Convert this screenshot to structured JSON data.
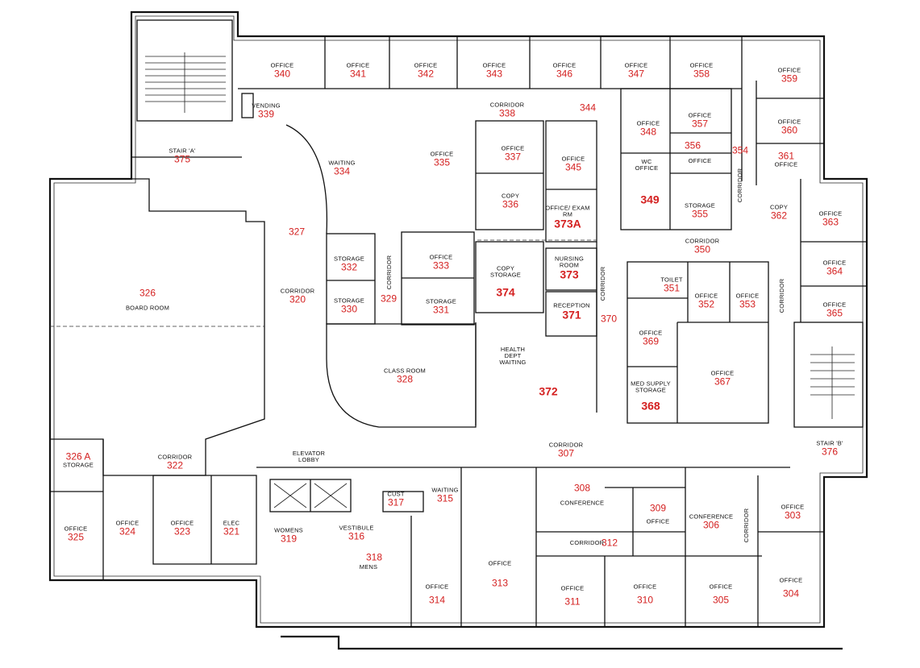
{
  "rooms": [
    {
      "id": "r340",
      "name": "OFFICE",
      "num": "340"
    },
    {
      "id": "r341",
      "name": "OFFICE",
      "num": "341"
    },
    {
      "id": "r342",
      "name": "OFFICE",
      "num": "342"
    },
    {
      "id": "r343",
      "name": "OFFICE",
      "num": "343"
    },
    {
      "id": "r346",
      "name": "OFFICE",
      "num": "346"
    },
    {
      "id": "r347",
      "name": "OFFICE",
      "num": "347"
    },
    {
      "id": "r358",
      "name": "OFFICE",
      "num": "358"
    },
    {
      "id": "r359",
      "name": "OFFICE",
      "num": "359"
    },
    {
      "id": "r339",
      "name": "VENDING",
      "num": "339"
    },
    {
      "id": "r338",
      "name": "CORRIDOR",
      "num": "338"
    },
    {
      "id": "r344",
      "name": "",
      "num": "344"
    },
    {
      "id": "r348",
      "name": "OFFICE",
      "num": "348"
    },
    {
      "id": "r357",
      "name": "OFFICE",
      "num": "357"
    },
    {
      "id": "r360",
      "name": "OFFICE",
      "num": "360"
    },
    {
      "id": "r375",
      "name": "STAIR 'A'",
      "num": "375"
    },
    {
      "id": "r334",
      "name": "WAITING",
      "num": "334"
    },
    {
      "id": "r335",
      "name": "OFFICE",
      "num": "335"
    },
    {
      "id": "r337",
      "name": "OFFICE",
      "num": "337"
    },
    {
      "id": "r345",
      "name": "OFFICE",
      "num": "345"
    },
    {
      "id": "r356",
      "name": "OFFICE",
      "num": "356"
    },
    {
      "id": "r354",
      "name": "",
      "num": "354"
    },
    {
      "id": "r361",
      "name": "OFFICE",
      "num": "361"
    },
    {
      "id": "r349",
      "name": "WC OFFICE",
      "num": "349"
    },
    {
      "id": "r355",
      "name": "STORAGE",
      "num": "355"
    },
    {
      "id": "r336",
      "name": "COPY",
      "num": "336"
    },
    {
      "id": "r373A",
      "name": "OFFICE/ EXAM RM",
      "num": "373A"
    },
    {
      "id": "r362",
      "name": "COPY",
      "num": "362"
    },
    {
      "id": "r363",
      "name": "OFFICE",
      "num": "363"
    },
    {
      "id": "r327",
      "name": "",
      "num": "327"
    },
    {
      "id": "r350",
      "name": "CORRIDOR",
      "num": "350"
    },
    {
      "id": "r332",
      "name": "STORAGE",
      "num": "332"
    },
    {
      "id": "r333",
      "name": "OFFICE",
      "num": "333"
    },
    {
      "id": "r374",
      "name": "COPY STORAGE",
      "num": "374"
    },
    {
      "id": "r373",
      "name": "NURSING ROOM",
      "num": "373"
    },
    {
      "id": "r351",
      "name": "TOILET",
      "num": "351"
    },
    {
      "id": "r364",
      "name": "OFFICE",
      "num": "364"
    },
    {
      "id": "r326",
      "name": "BOARD ROOM",
      "num": "326"
    },
    {
      "id": "r320",
      "name": "CORRIDOR",
      "num": "320"
    },
    {
      "id": "r330",
      "name": "STORAGE",
      "num": "330"
    },
    {
      "id": "r329",
      "name": "",
      "num": "329"
    },
    {
      "id": "r331",
      "name": "STORAGE",
      "num": "331"
    },
    {
      "id": "r371",
      "name": "RECEPTION",
      "num": "371"
    },
    {
      "id": "r370",
      "name": "",
      "num": "370"
    },
    {
      "id": "r352",
      "name": "OFFICE",
      "num": "352"
    },
    {
      "id": "r353",
      "name": "OFFICE",
      "num": "353"
    },
    {
      "id": "r365",
      "name": "OFFICE",
      "num": "365"
    },
    {
      "id": "r369",
      "name": "OFFICE",
      "num": "369"
    },
    {
      "id": "r328",
      "name": "CLASS ROOM",
      "num": "328"
    },
    {
      "id": "r372",
      "name": "HEALTH DEPT WAITING",
      "num": "372"
    },
    {
      "id": "r367",
      "name": "OFFICE",
      "num": "367"
    },
    {
      "id": "r368",
      "name": "MED SUPPLY STORAGE",
      "num": "368"
    },
    {
      "id": "r307",
      "name": "CORRIDOR",
      "num": "307"
    },
    {
      "id": "r376",
      "name": "STAIR 'B'",
      "num": "376"
    },
    {
      "id": "r326A",
      "name": "STORAGE",
      "num": "326 A"
    },
    {
      "id": "r322",
      "name": "CORRIDOR",
      "num": "322"
    },
    {
      "id": "r308",
      "name": "CONFERENCE",
      "num": "308"
    },
    {
      "id": "r309",
      "name": "OFFICE",
      "num": "309"
    },
    {
      "id": "r306",
      "name": "CONFERENCE",
      "num": "306"
    },
    {
      "id": "r303",
      "name": "OFFICE",
      "num": "303"
    },
    {
      "id": "r317",
      "name": "CUST",
      "num": "317"
    },
    {
      "id": "r315",
      "name": "WAITING",
      "num": "315"
    },
    {
      "id": "r325",
      "name": "OFFICE",
      "num": "325"
    },
    {
      "id": "r324",
      "name": "OFFICE",
      "num": "324"
    },
    {
      "id": "r323",
      "name": "OFFICE",
      "num": "323"
    },
    {
      "id": "r321",
      "name": "ELEC",
      "num": "321"
    },
    {
      "id": "r319",
      "name": "WOMENS",
      "num": "319"
    },
    {
      "id": "r316",
      "name": "VESTIBULE",
      "num": "316"
    },
    {
      "id": "r318",
      "name": "MENS",
      "num": "318"
    },
    {
      "id": "r312",
      "name": "CORRIDOR",
      "num": "312"
    },
    {
      "id": "r313",
      "name": "OFFICE",
      "num": "313"
    },
    {
      "id": "r314",
      "name": "OFFICE",
      "num": "314"
    },
    {
      "id": "r311",
      "name": "OFFICE",
      "num": "311"
    },
    {
      "id": "r310",
      "name": "OFFICE",
      "num": "310"
    },
    {
      "id": "r305",
      "name": "OFFICE",
      "num": "305"
    },
    {
      "id": "r304",
      "name": "OFFICE",
      "num": "304"
    }
  ],
  "labels": {
    "elevator_lobby": "ELEVATOR LOBBY",
    "corridor_v1": "CORRIDOR",
    "corridor_v2": "CORRIDOR",
    "corridor_v3": "CORRIDOR",
    "corridor_v4": "CORRIDOR",
    "corridor_v5": "CORRIDOR"
  },
  "colors": {
    "room_number": "#d42020",
    "walls": "#111111",
    "background": "#ffffff"
  }
}
